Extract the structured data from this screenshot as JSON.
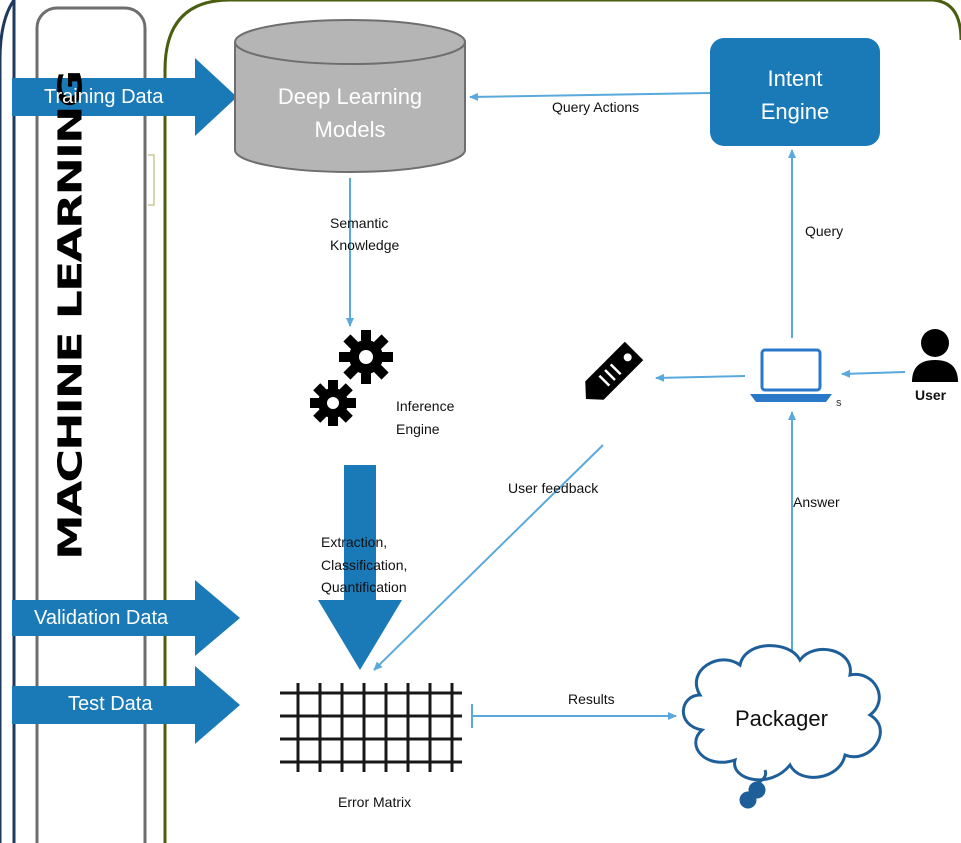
{
  "left_panel": {
    "title": "MACHINE LEARNING",
    "inputs": [
      "Training Data",
      "Validation Data",
      "Test Data"
    ]
  },
  "nodes": {
    "models": "Deep Learning\nModels",
    "models_line1": "Deep Learning",
    "models_line2": "Models",
    "intent_line1": "Intent",
    "intent_line2": "Engine",
    "inference_line1": "Inference",
    "inference_line2": "Engine",
    "error_matrix": "Error Matrix",
    "packager": "Packager",
    "user": "User"
  },
  "edges": {
    "query_actions": "Query Actions",
    "semantic_1": "Semantic",
    "semantic_2": "Knowledge",
    "query": "Query",
    "user_feedback": "User feedback",
    "extract_1": "Extraction,",
    "extract_2": "Classification,",
    "extract_3": "Quantification",
    "results": "Results",
    "answer": "Answer"
  },
  "colors": {
    "accent_blue": "#1a7ab8",
    "arrow_blue": "#5aa9dc",
    "cloud_blue": "#1f5f99",
    "olive": "#4a5e10",
    "navy": "#1f3a5f",
    "db_gray": "#b5b5b5"
  }
}
